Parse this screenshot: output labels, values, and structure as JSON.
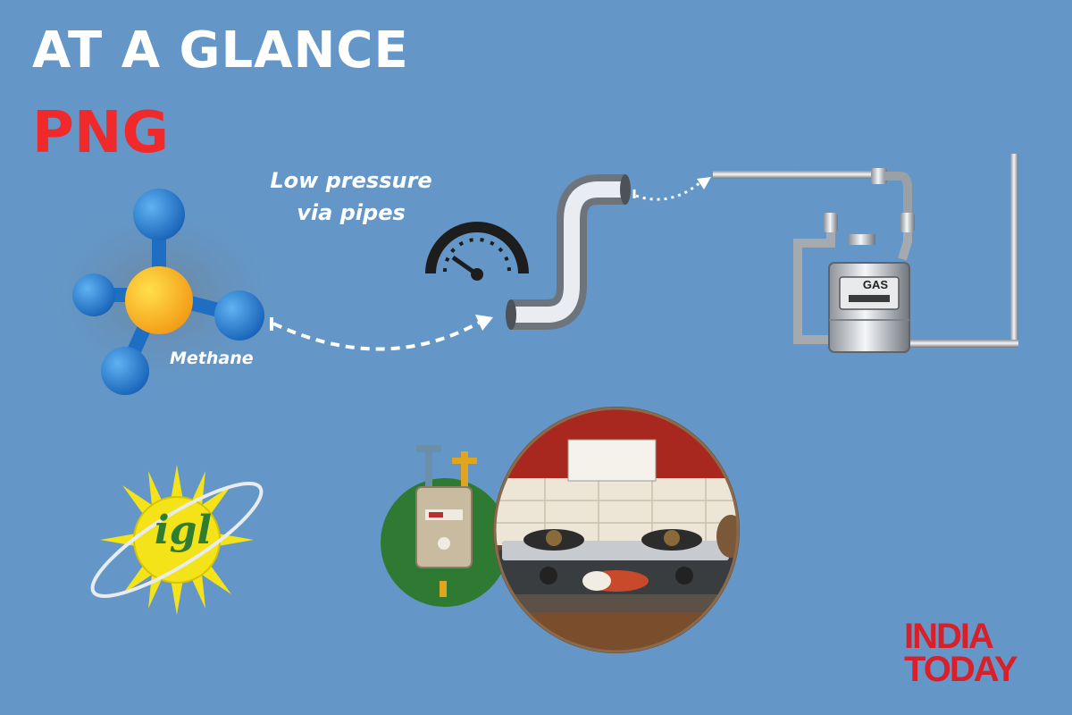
{
  "header": {
    "title": "AT A GLANCE",
    "subtitle": "PNG"
  },
  "captions": {
    "pressure": "Low pressure via pipes",
    "molecule": "Methane"
  },
  "meter": {
    "label": "GAS"
  },
  "logos": {
    "igl": "igl",
    "publisher": [
      "INDIA",
      "TODAY"
    ]
  },
  "icons": [
    "methane-molecule-icon",
    "pressure-gauge-icon",
    "steel-pipe-icon",
    "gas-meter-icon",
    "igl-sun-logo-icon",
    "kitchen-stove-icon"
  ],
  "colors": {
    "background": "#6497c8",
    "title": "#ffffff",
    "accent_red": "#f02a2a",
    "brand_red": "#d8202a",
    "igl_green": "#2f7d33",
    "igl_yellow": "#f3e318"
  }
}
